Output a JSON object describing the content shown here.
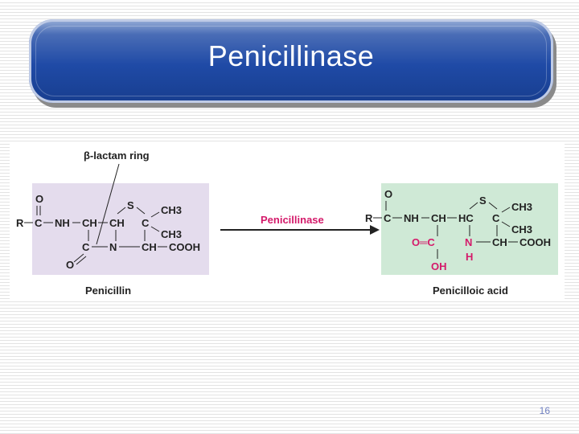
{
  "slide": {
    "title": "Penicillinase",
    "page_number": "16"
  },
  "figure": {
    "callout_label": "β-lactam ring",
    "arrow_label": "Penicillinase",
    "left_caption": "Penicillin",
    "right_caption": "Penicilloic acid",
    "left_box_color": "#e4dced",
    "right_box_color": "#cfe9d6",
    "highlight_color": "#d41a6a",
    "penicillin": {
      "carbonyl_o": "O",
      "r_group": "R",
      "c1": "C",
      "nh": "NH",
      "ch_a": "CH",
      "ch_b": "CH",
      "sulfur": "S",
      "c_ring": "C",
      "ch3_top": "CH3",
      "ch3_bottom": "CH3",
      "c_lactam": "C",
      "n": "N",
      "ch_c": "CH",
      "cooh": "COOH",
      "lactam_o": "O"
    },
    "acid": {
      "carbonyl_o": "O",
      "r_group": "R",
      "c1": "C",
      "nh": "NH",
      "ch_a": "CH",
      "hc": "HC",
      "sulfur": "S",
      "c_ring": "C",
      "ch3_top": "CH3",
      "ch3_bottom": "CH3",
      "o_eq_c": "O═C",
      "oh": "OH",
      "n": "N",
      "h": "H",
      "ch_c": "CH",
      "cooh": "COOH"
    }
  }
}
